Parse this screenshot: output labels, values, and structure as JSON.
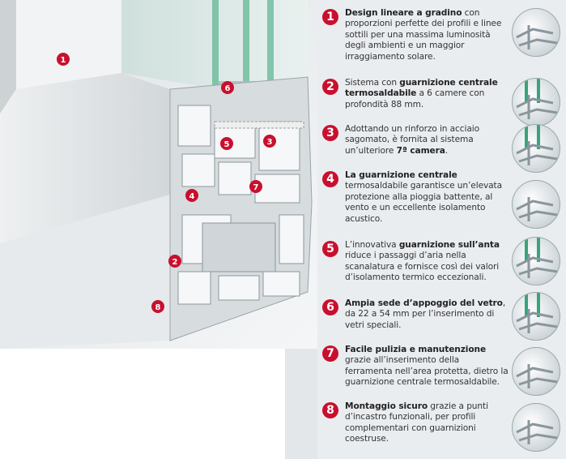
{
  "items": [
    {
      "num": "1",
      "bold": "Design lineare a gradino",
      "rest": " con proporzioni perfette dei profili e linee sottili per una massima luminosità degli ambienti e un maggior irraggiamento solare.",
      "pre": ""
    },
    {
      "num": "2",
      "pre": "Sistema con ",
      "bold": "guarnizione centrale termosaldabile",
      "rest": " a 6 camere con profondità 88 mm."
    },
    {
      "num": "3",
      "pre": "Adottando un rinforzo in acciaio sagomato, è fornita al sistema un’ulteriore ",
      "bold": "7ª camera",
      "rest": "."
    },
    {
      "num": "4",
      "pre": "",
      "bold": "La guarnizione centrale",
      "rest": " termosaldabile garantisce un’elevata protezione alla pioggia battente, al vento e un eccellente isolamento acustico."
    },
    {
      "num": "5",
      "pre": "L’innovativa ",
      "bold": "guarnizione sull’anta",
      "rest": " riduce i passaggi d’aria nella scanalatura e fornisce così dei valori d’isolamento termico eccezionali."
    },
    {
      "num": "6",
      "pre": "",
      "bold": "Ampia sede d’appoggio del vetro",
      "rest": ", da 22 a 54 mm per l’inserimento di vetri speciali."
    },
    {
      "num": "7",
      "pre": "",
      "bold": "Facile pulizia e manutenzione",
      "rest": " grazie all’inserimento della ferramenta nell’area protetta, dietro la guarnizione centrale termosaldabile."
    },
    {
      "num": "8",
      "pre": "",
      "bold": "Montaggio sicuro",
      "rest": " grazie a punti d’incastro funzionali, per profili complementari con guarnizioni coestruse."
    }
  ],
  "markers": [
    "1",
    "6",
    "5",
    "3",
    "4",
    "7",
    "2",
    "8"
  ],
  "colors": {
    "accent": "#c8102e",
    "glass": "#3aa37a",
    "panel": "#eaedf0"
  }
}
